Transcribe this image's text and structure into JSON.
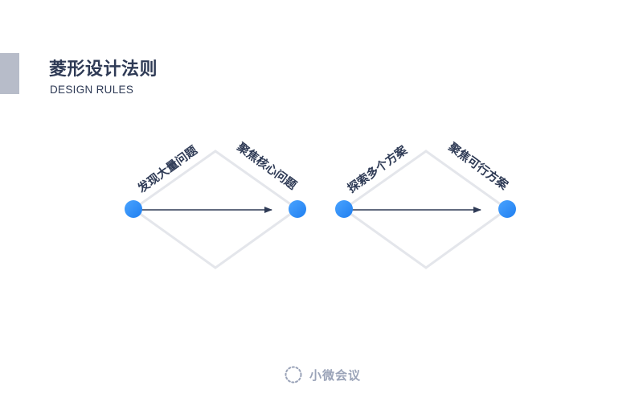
{
  "header": {
    "title": "菱形设计法则",
    "subtitle": "DESIGN RULES"
  },
  "diamonds": [
    {
      "left_label": "发现大量问题",
      "right_label": "聚焦核心问题"
    },
    {
      "left_label": "探索多个方案",
      "right_label": "聚焦可行方案"
    }
  ],
  "footer": {
    "brand": "小微会议"
  },
  "colors": {
    "title": "#2e3a55",
    "accent_bar": "#b7bcc9",
    "diamond_stroke": "#e4e6eb",
    "node_fill": "#2f8cff",
    "arrow": "#2e3a55",
    "footer": "#9aa3b8"
  }
}
